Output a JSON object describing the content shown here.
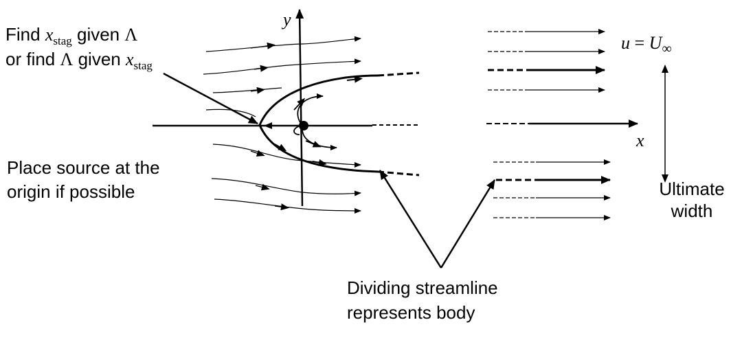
{
  "annotations": {
    "find_line1": {
      "find": "Find",
      "x": "x",
      "stag": "stag",
      "given": "given",
      "lambda": "Λ"
    },
    "find_line2": {
      "or_find": "or find",
      "lambda": "Λ",
      "given": "given",
      "x": "x",
      "stag": "stag"
    },
    "place_source": [
      "Place source at the",
      "origin if possible"
    ],
    "dividing": [
      "Dividing streamline",
      "represents body"
    ],
    "ultimate": [
      "Ultimate",
      "width"
    ]
  },
  "axes": {
    "x_label": "x",
    "y_label": "y"
  },
  "freestream": {
    "u": "u",
    "equals": "=",
    "U": "U",
    "inf": "∞"
  }
}
